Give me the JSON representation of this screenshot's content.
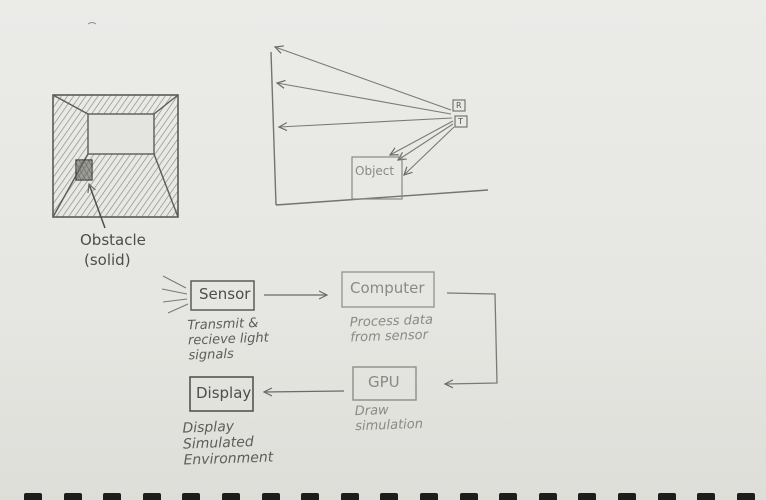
{
  "room_sketch": {
    "obstacle_label": "Obstacle",
    "obstacle_sublabel": "(solid)"
  },
  "signal_sketch": {
    "object_label": "Object",
    "receiver_label": "R",
    "transmitter_label": "T"
  },
  "flow": {
    "sensor": {
      "label": "Sensor",
      "note": [
        "Transmit &",
        "recieve light",
        "signals"
      ]
    },
    "computer": {
      "label": "Computer",
      "note": [
        "Process data",
        "from sensor"
      ]
    },
    "gpu": {
      "label": "GPU",
      "note": [
        "Draw",
        "simulation"
      ]
    },
    "display": {
      "label": "Display",
      "note": [
        "Display",
        "Simulated",
        "Environment"
      ]
    }
  },
  "colors": {
    "paper": "#e8e8e4",
    "pencil": "#6b6b66",
    "pencil_light": "#9a9a94",
    "binding": "#1d1d1b"
  }
}
